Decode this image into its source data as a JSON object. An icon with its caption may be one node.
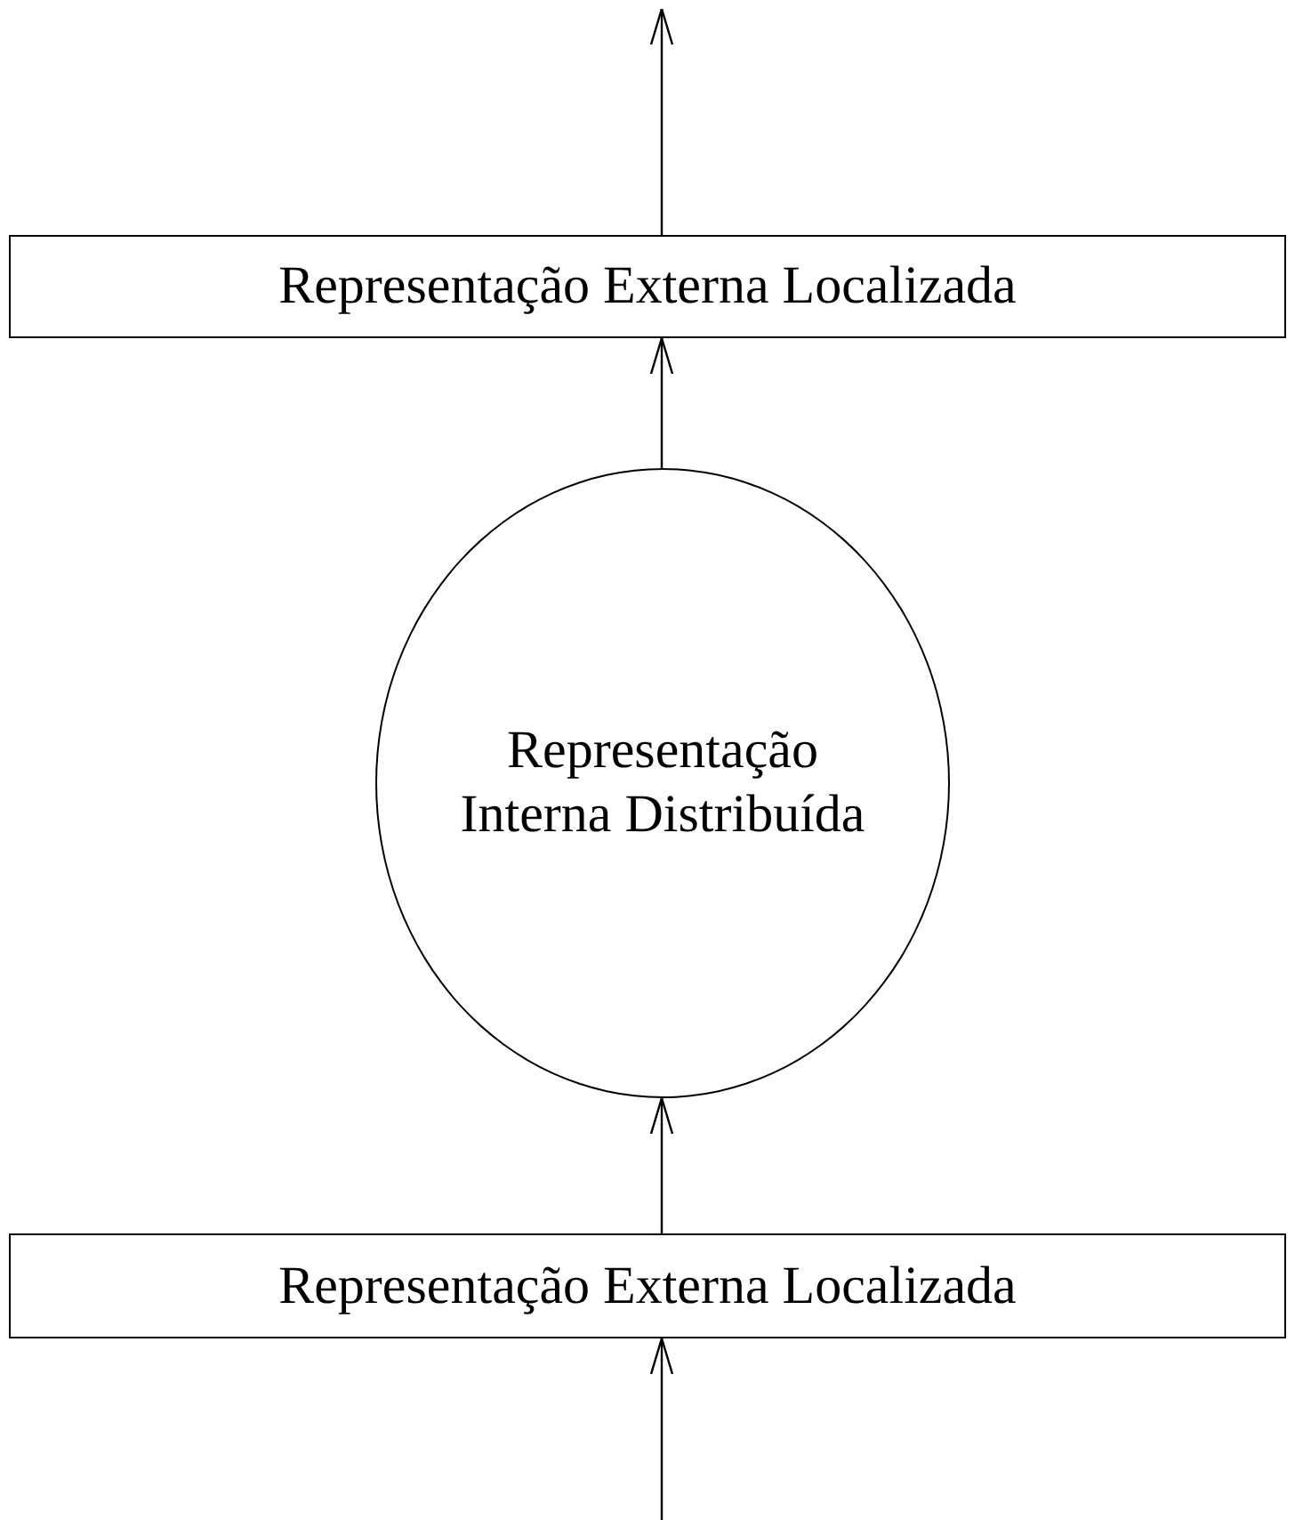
{
  "diagram": {
    "nodes": [
      {
        "text": [
          "Representação Externa Localizada"
        ]
      },
      {
        "text": [
          "Representação Interna Distribuída"
        ]
      },
      {
        "text": [
          "Representação Externa Localizada"
        ]
      }
    ],
    "edges": [
      {
        "from": null,
        "to": 2,
        "arrow": "to"
      },
      {
        "from": 2,
        "to": 1,
        "arrow": "to"
      },
      {
        "from": 1,
        "to": 0,
        "arrow": "to"
      },
      {
        "from": 0,
        "to": null,
        "arrow": "to"
      }
    ]
  }
}
